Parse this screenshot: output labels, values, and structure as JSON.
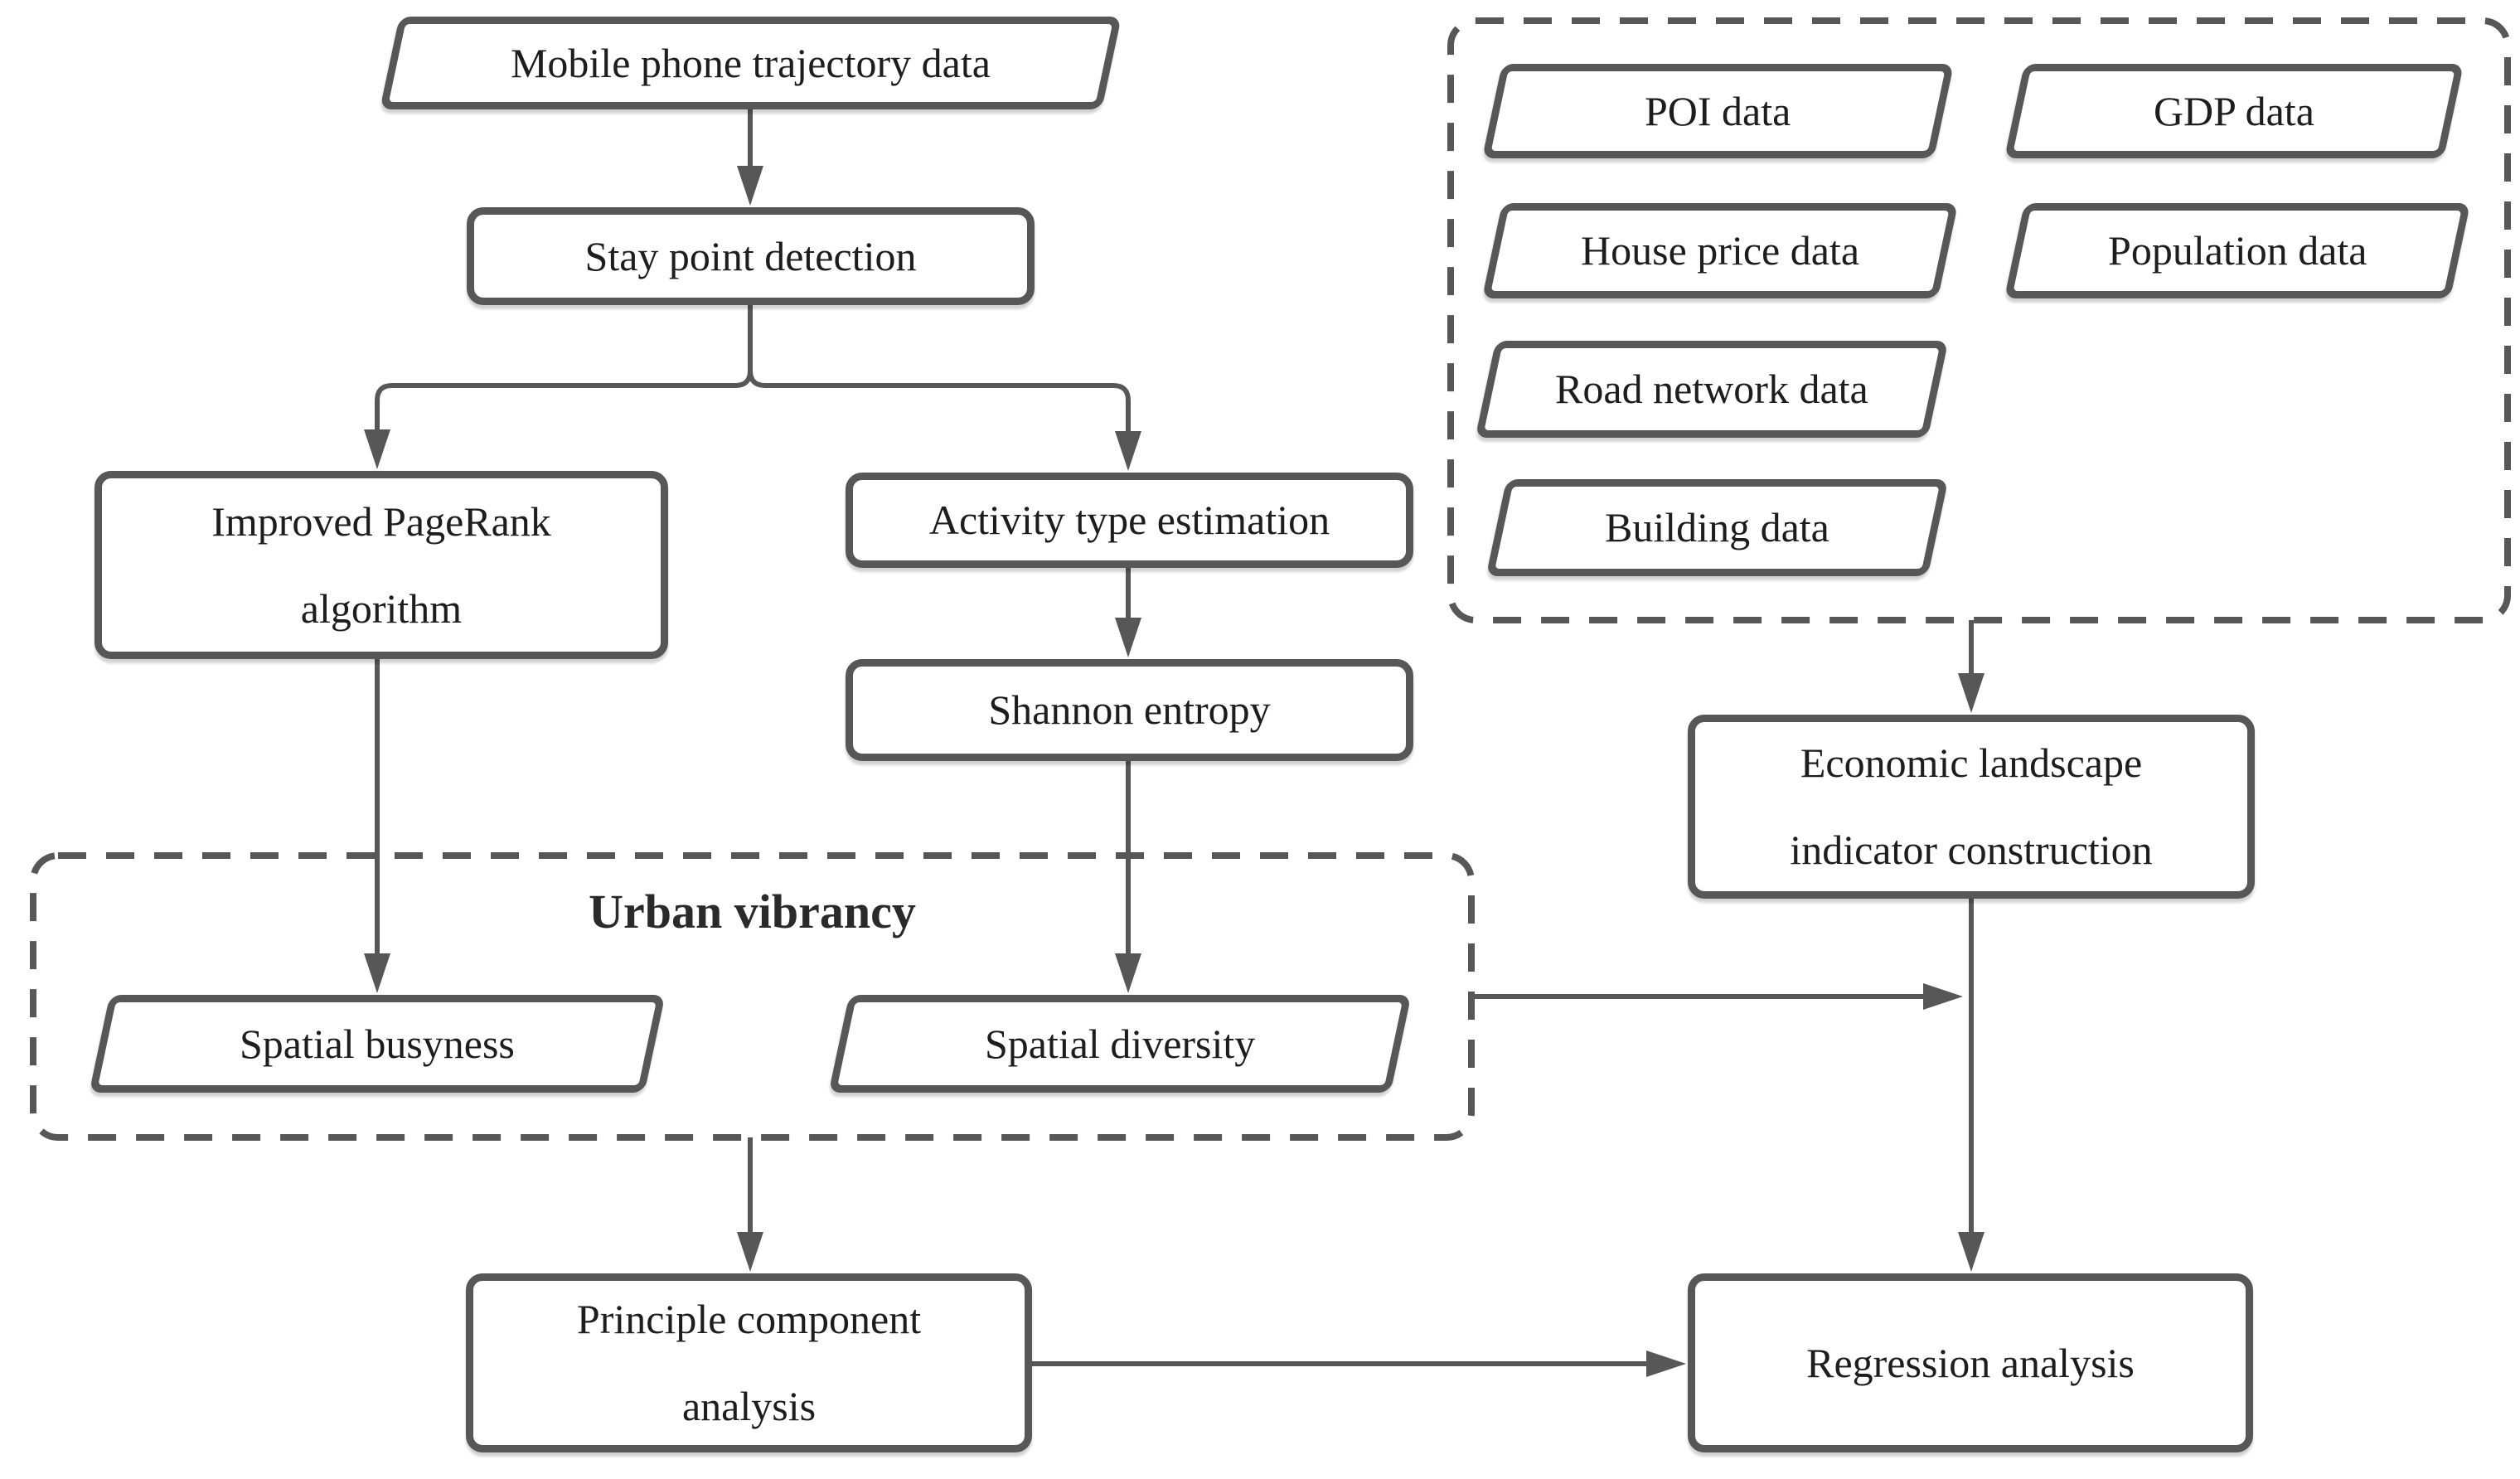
{
  "diagram": {
    "colors": {
      "line": "#575757",
      "text": "#1d1d1d",
      "background": "#ffffff"
    },
    "nodes": {
      "mobile_trajectory": "Mobile phone trajectory data",
      "stay_point": "Stay point detection",
      "pagerank": "Improved PageRank algorithm",
      "activity_type": "Activity type estimation",
      "shannon": "Shannon entropy",
      "spatial_busyness": "Spatial busyness",
      "spatial_diversity": "Spatial diversity",
      "economic_landscape": "Economic landscape indicator construction",
      "pca": "Principle component analysis",
      "regression": "Regression analysis"
    },
    "containers": {
      "urban_vibrancy_label": "Urban vibrancy",
      "datasets": [
        "POI data",
        "GDP data",
        "House price data",
        "Population data",
        "Road network data",
        "Building data"
      ]
    }
  }
}
